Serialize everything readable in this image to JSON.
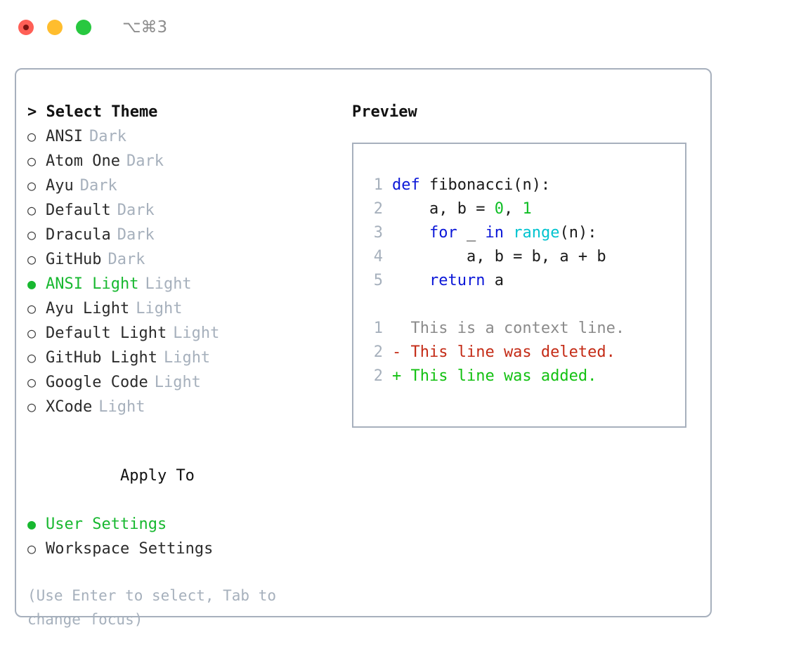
{
  "titlebar": {
    "shortcut": "⌥⌘3",
    "buttons": [
      {
        "name": "close",
        "color": "#ff5f56"
      },
      {
        "name": "minimize",
        "color": "#ffbd2e"
      },
      {
        "name": "maximize",
        "color": "#28c840"
      }
    ]
  },
  "left": {
    "theme_heading": "> Select Theme",
    "themes": [
      {
        "bullet": "○",
        "label": "ANSI",
        "suffix": "Dark",
        "selected": false
      },
      {
        "bullet": "○",
        "label": "Atom One",
        "suffix": "Dark",
        "selected": false
      },
      {
        "bullet": "○",
        "label": "Ayu",
        "suffix": "Dark",
        "selected": false
      },
      {
        "bullet": "○",
        "label": "Default",
        "suffix": "Dark",
        "selected": false
      },
      {
        "bullet": "○",
        "label": "Dracula",
        "suffix": "Dark",
        "selected": false
      },
      {
        "bullet": "○",
        "label": "GitHub",
        "suffix": "Dark",
        "selected": false
      },
      {
        "bullet": "●",
        "label": "ANSI Light",
        "suffix": "Light",
        "selected": true
      },
      {
        "bullet": "○",
        "label": "Ayu Light",
        "suffix": "Light",
        "selected": false
      },
      {
        "bullet": "○",
        "label": "Default Light",
        "suffix": "Light",
        "selected": false
      },
      {
        "bullet": "○",
        "label": "GitHub Light",
        "suffix": "Light",
        "selected": false
      },
      {
        "bullet": "○",
        "label": "Google Code",
        "suffix": "Light",
        "selected": false
      },
      {
        "bullet": "○",
        "label": "XCode",
        "suffix": "Light",
        "selected": false
      }
    ],
    "apply_heading": "Apply To",
    "apply_options": [
      {
        "bullet": "●",
        "label": "User Settings",
        "selected": true
      },
      {
        "bullet": "○",
        "label": "Workspace Settings",
        "selected": false
      }
    ],
    "hint": "(Use Enter to select, Tab to change focus)"
  },
  "right": {
    "preview_heading": "Preview",
    "code_lines": [
      {
        "no": "1",
        "tokens": [
          {
            "t": "def",
            "c": "kw"
          },
          {
            "t": " fibonacci(n):",
            "c": "def"
          }
        ]
      },
      {
        "no": "2",
        "tokens": [
          {
            "t": "    a, b = ",
            "c": "def"
          },
          {
            "t": "0",
            "c": "num"
          },
          {
            "t": ", ",
            "c": "def"
          },
          {
            "t": "1",
            "c": "num"
          }
        ]
      },
      {
        "no": "3",
        "tokens": [
          {
            "t": "    ",
            "c": "def"
          },
          {
            "t": "for",
            "c": "kw"
          },
          {
            "t": " _ ",
            "c": "def"
          },
          {
            "t": "in",
            "c": "kw"
          },
          {
            "t": " ",
            "c": "def"
          },
          {
            "t": "range",
            "c": "fn"
          },
          {
            "t": "(n):",
            "c": "def"
          }
        ]
      },
      {
        "no": "4",
        "tokens": [
          {
            "t": "        a, b = b, a + b",
            "c": "def"
          }
        ]
      },
      {
        "no": "5",
        "tokens": [
          {
            "t": "    ",
            "c": "def"
          },
          {
            "t": "return",
            "c": "kw"
          },
          {
            "t": " a",
            "c": "def"
          }
        ]
      }
    ],
    "diff_lines": [
      {
        "no": "1",
        "text": "  This is a context line.",
        "kind": "ctx"
      },
      {
        "no": "2",
        "text": "- This line was deleted.",
        "kind": "del"
      },
      {
        "no": "2",
        "text": "+ This line was added.",
        "kind": "add"
      }
    ]
  },
  "colors": {
    "accent_green": "#18b830",
    "muted": "#a6b0bc",
    "border": "#a7b0bd",
    "keyword": "#0b17d8",
    "function": "#00c3cf",
    "number": "#0fbe25",
    "diff_deleted": "#c42b16",
    "diff_added": "#13c112"
  }
}
